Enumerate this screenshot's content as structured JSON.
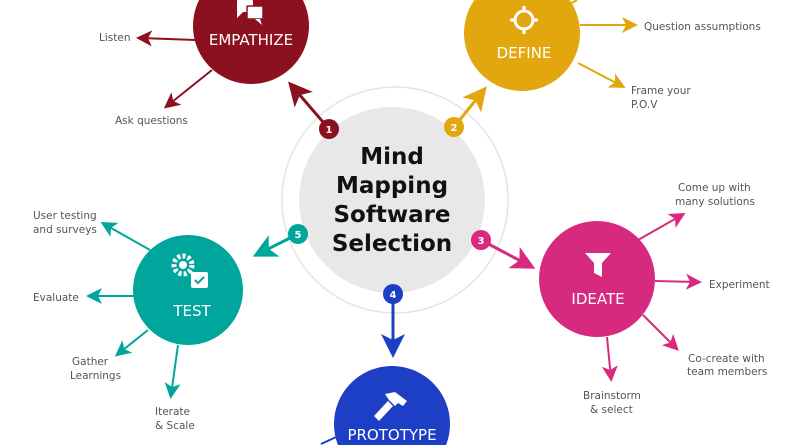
{
  "title_lines": [
    "Mind",
    "Mapping",
    "Software",
    "Selection"
  ],
  "colors": {
    "empathize": "#8b1121",
    "define": "#e2a60e",
    "ideate": "#d72a7e",
    "prototype": "#1d3fc6",
    "test": "#00a69c",
    "center": "#e8e8e8"
  },
  "phases": {
    "empathize": {
      "number": "1",
      "label": "EMPATHIZE",
      "icon": "speech-bubbles-icon",
      "leaves": [
        "Listen",
        "Ask questions"
      ]
    },
    "define": {
      "number": "2",
      "label": "DEFINE",
      "icon": "crosshair-icon",
      "leaves": [
        "Question assumptions",
        "Frame your",
        "P.O.V"
      ]
    },
    "ideate": {
      "number": "3",
      "label": "IDEATE",
      "icon": "funnel-icon",
      "leaves": [
        "Come up with",
        "many solutions",
        "Experiment",
        "Co-create with",
        "team members",
        "Brainstorm",
        "& select"
      ]
    },
    "prototype": {
      "number": "4",
      "label": "PROTOTYPE",
      "icon": "hammer-icon"
    },
    "test": {
      "number": "5",
      "label": "TEST",
      "icon": "gears-check-icon",
      "leaves": [
        "User testing",
        "and surveys",
        "Evaluate",
        "Gather",
        "Learnings",
        "Iterate",
        "& Scale"
      ]
    }
  }
}
